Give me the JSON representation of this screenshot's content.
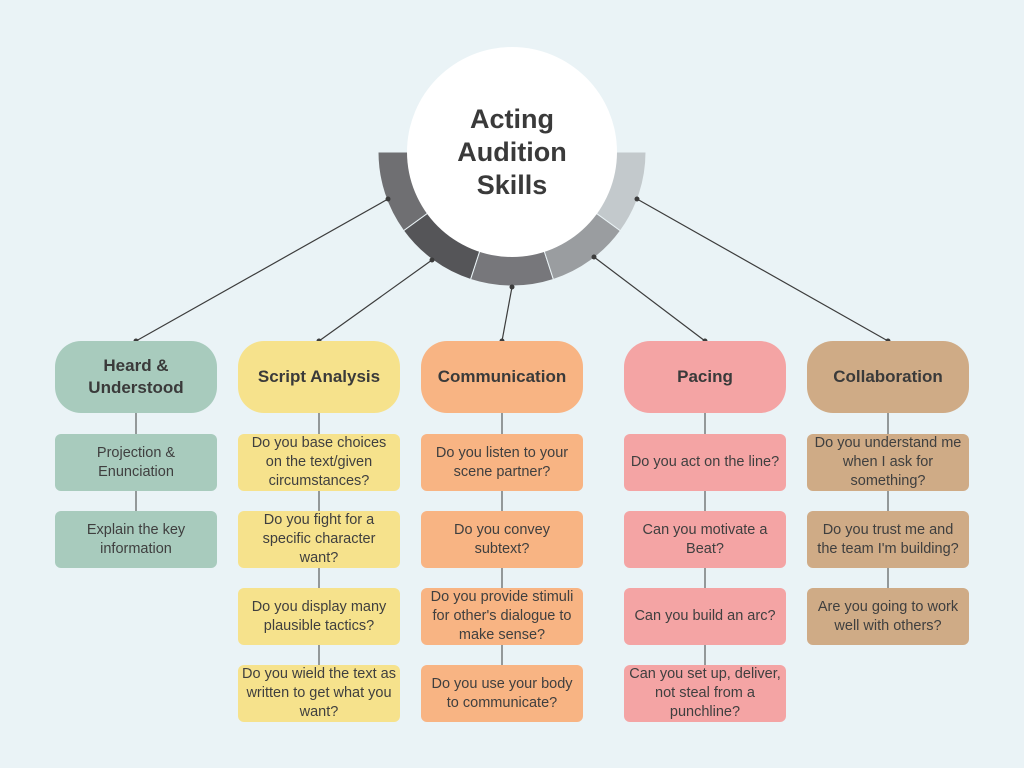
{
  "center": {
    "title": "Acting\nAudition\nSkills"
  },
  "columns": [
    {
      "title": "Heard &\nUnderstood",
      "color": "#a8cbbd",
      "items": [
        "Projection &\nEnunciation",
        "Explain the key\ninformation"
      ]
    },
    {
      "title": "Script Analysis",
      "color": "#f6e28c",
      "items": [
        "Do you base choices on the text/given circumstances?",
        "Do you fight for a specific character want?",
        "Do you display many plausible tactics?",
        "Do you wield the text as written to get what you want?"
      ]
    },
    {
      "title": "Communication",
      "color": "#f8b483",
      "items": [
        "Do you listen to your scene partner?",
        "Do you convey subtext?",
        "Do you provide stimuli for other's dialogue to make sense?",
        "Do you use your body to communicate?"
      ]
    },
    {
      "title": "Pacing",
      "color": "#f4a4a4",
      "items": [
        "Do you act on the line?",
        "Can you motivate a Beat?",
        "Can you build an arc?",
        "Can you set up, deliver, not steal from a punchline?"
      ]
    },
    {
      "title": "Collaboration",
      "color": "#cfab86",
      "items": [
        "Do you understand me when I ask for something?",
        "Do you trust me and the team I'm building?",
        "Are you going to work well with others?"
      ]
    }
  ],
  "ring_colors": [
    "#6f6f72",
    "#555558",
    "#77777b",
    "#9a9da0",
    "#c3c9cc"
  ],
  "line_color": "#3c3c3c"
}
